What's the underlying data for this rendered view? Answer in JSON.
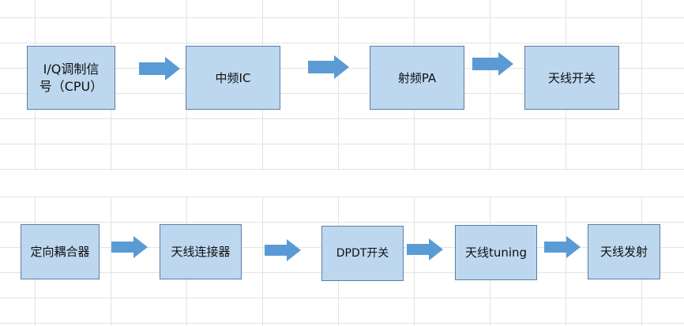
{
  "colors": {
    "box_fill": "#bdd7ee",
    "box_border": "#5b7fa7",
    "arrow": "#5b9bd5",
    "grid": "#e3e3e3"
  },
  "row1": {
    "box1": {
      "line1": "I/Q调制信",
      "line2": "号（CPU）"
    },
    "box2": {
      "label": "中频IC"
    },
    "box3": {
      "label": "射频PA"
    },
    "box4": {
      "label": "天线开关"
    }
  },
  "row2": {
    "box1": {
      "label": "定向耦合器"
    },
    "box2": {
      "label": "天线连接器"
    },
    "box3": {
      "label": "DPDT开关"
    },
    "box4": {
      "label": "天线tuning"
    },
    "box5": {
      "label": "天线发射"
    }
  }
}
